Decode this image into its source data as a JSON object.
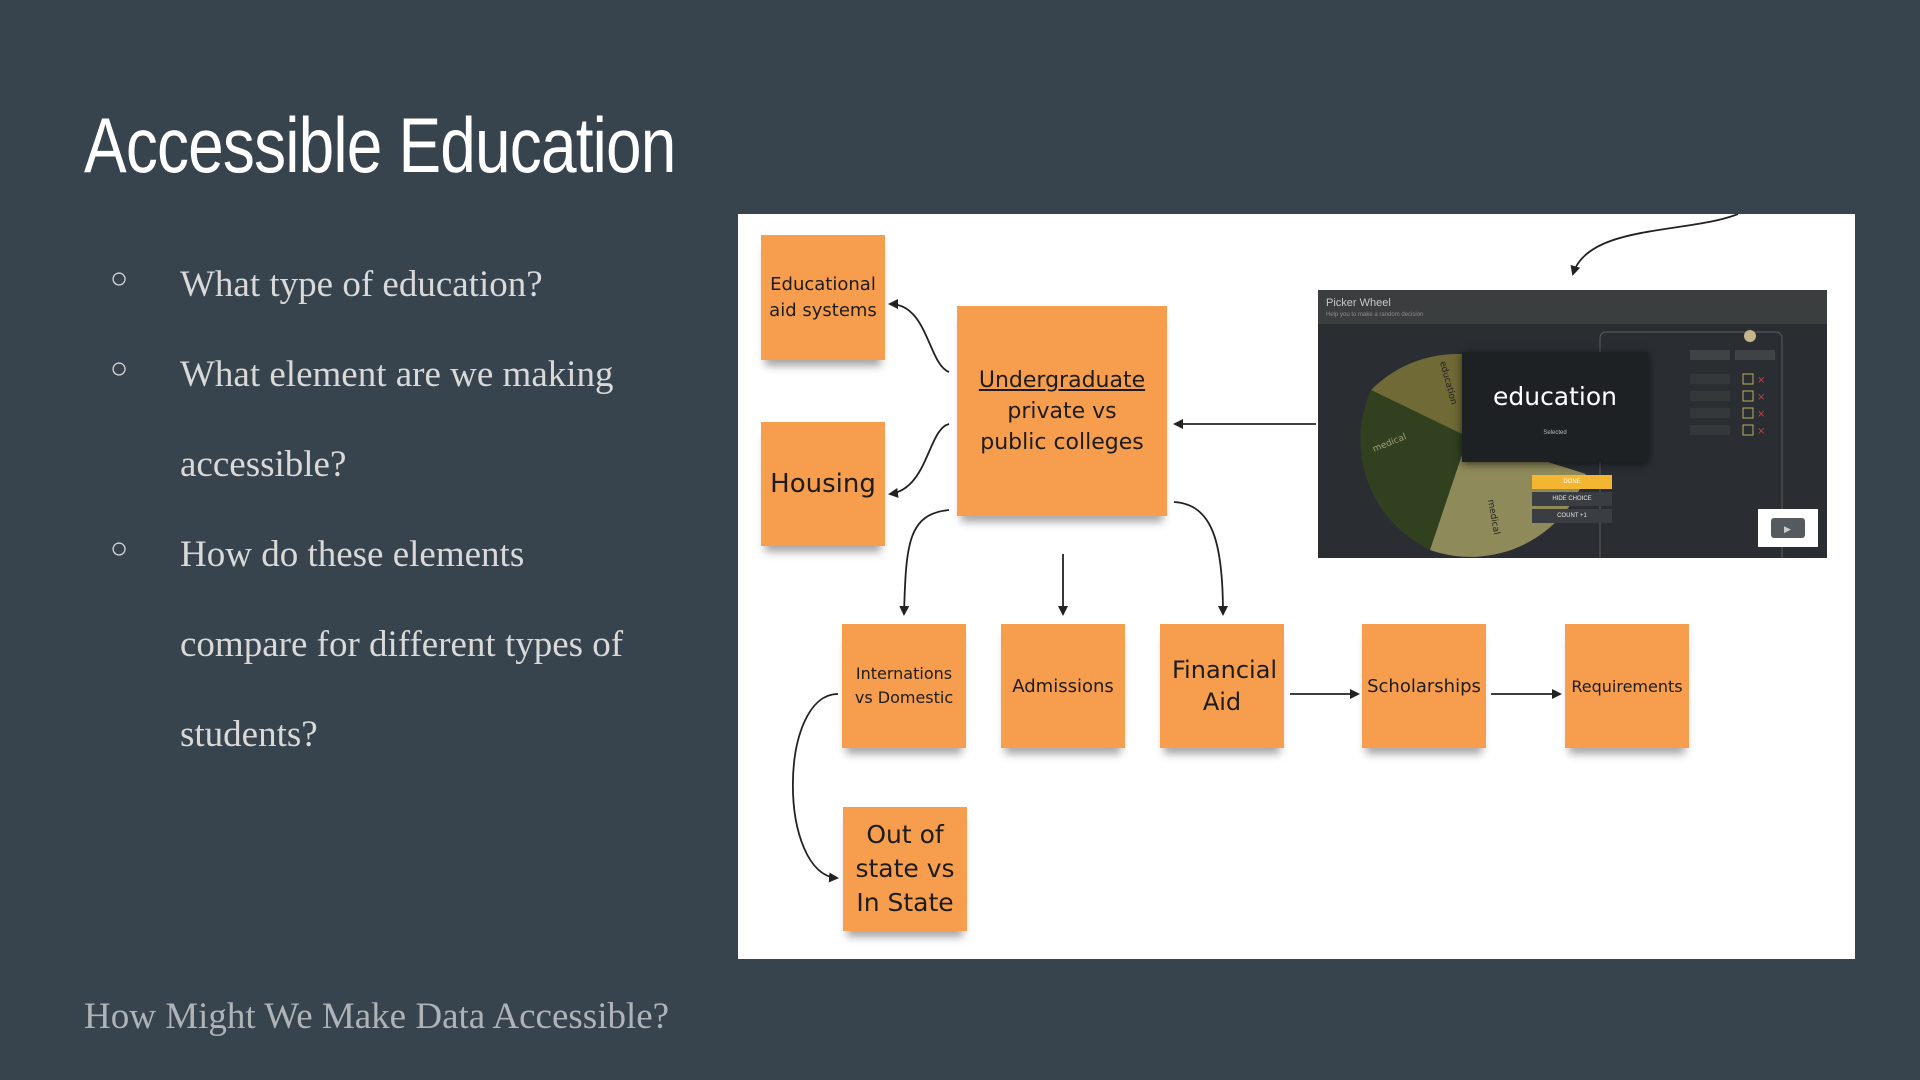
{
  "slide": {
    "title": "Accessible Education",
    "bullets": [
      {
        "marker": "○",
        "text": "What type of education?"
      },
      {
        "marker": "○",
        "text": "What element are we making accessible?"
      },
      {
        "marker": "○",
        "text": "How do these elements compare for different types of students?"
      }
    ],
    "footer": "How Might We Make Data Accessible?"
  },
  "diagram": {
    "notes": {
      "educational_aid": "Educational aid systems",
      "housing": "Housing",
      "undergrad_heading": "Undergraduate",
      "undergrad_rest": "private vs public colleges",
      "internations": "Internations vs Domestic",
      "admissions": "Admissions",
      "financial_aid": "Financial Aid",
      "scholarships": "Scholarships",
      "requirements": "Requirements",
      "out_of_state": "Out of state vs In State"
    },
    "picker_wheel": {
      "app_title": "Picker Wheel",
      "app_subtitle": "Help you to make a random decision",
      "selected_word": "education",
      "selected_label": "Selected",
      "segments": [
        "education",
        "medical",
        "medical"
      ],
      "buttons": [
        "DONE",
        "HIDE CHOICE",
        "COUNT +1"
      ]
    }
  },
  "colors": {
    "background": "#37444d",
    "sticky_note": "#f79e4e",
    "wheel_dark": "#31401f",
    "wheel_olive": "#6f6a36",
    "wheel_khaki": "#8e8a5a",
    "button_yellow": "#f2b630"
  }
}
